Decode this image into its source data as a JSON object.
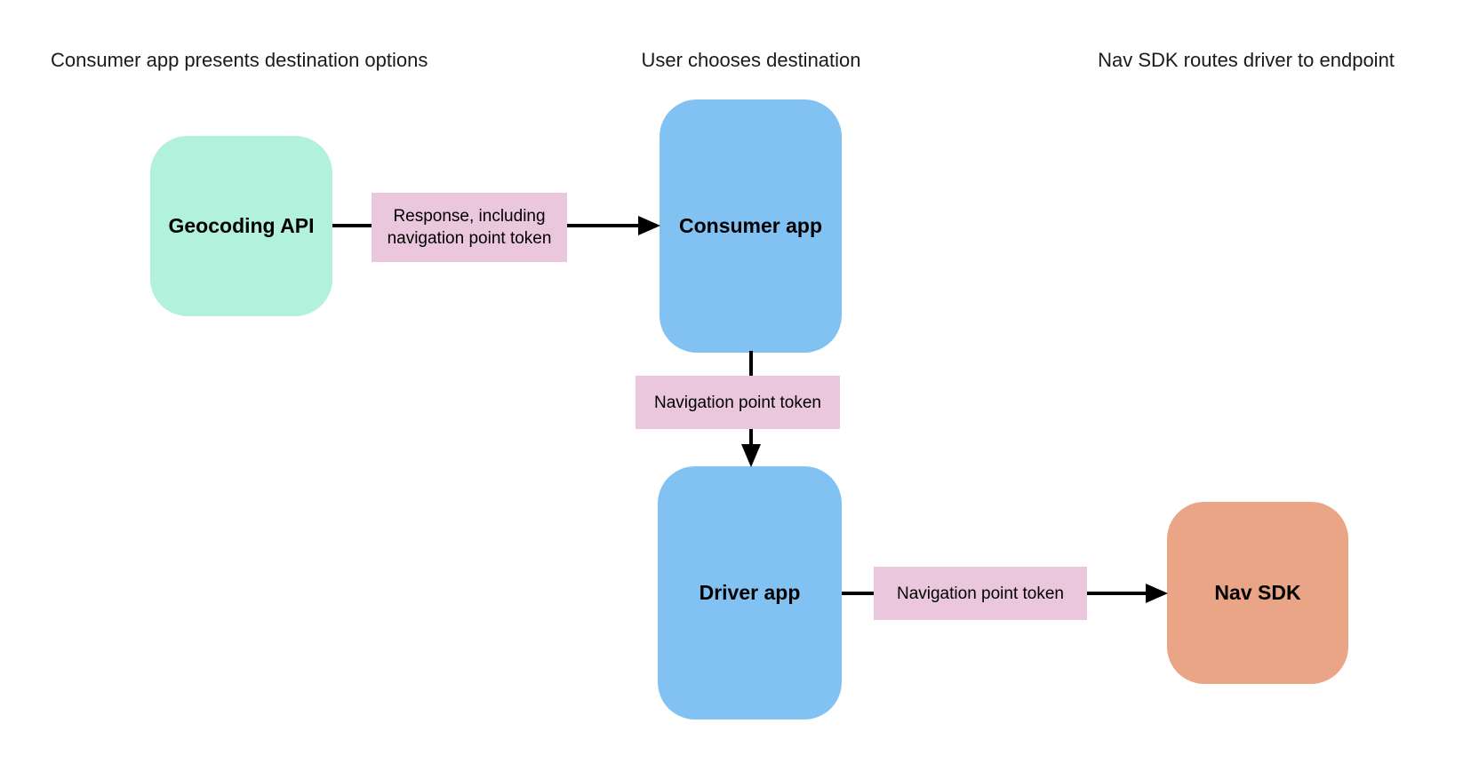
{
  "diagram": {
    "lane_headers": [
      {
        "label": "Consumer app presents destination options"
      },
      {
        "label": "User chooses destination"
      },
      {
        "label": "Nav SDK routes driver to endpoint"
      }
    ],
    "nodes": [
      {
        "id": "geocoding-api",
        "label": "Geocoding API",
        "color": "#B2F1DB"
      },
      {
        "id": "consumer-app",
        "label": "Consumer app",
        "color": "#82C2F2"
      },
      {
        "id": "driver-app",
        "label": "Driver app",
        "color": "#82C2F2"
      },
      {
        "id": "nav-sdk",
        "label": "Nav SDK",
        "color": "#E9A586"
      }
    ],
    "edges": [
      {
        "from": "geocoding-api",
        "to": "consumer-app",
        "label": "Response, including navigation point token"
      },
      {
        "from": "consumer-app",
        "to": "driver-app",
        "label": "Navigation point token"
      },
      {
        "from": "driver-app",
        "to": "nav-sdk",
        "label": "Navigation point token"
      }
    ],
    "colors": {
      "edge_label_bg": "#EAC7DC",
      "arrow": "#000000",
      "background": "#FFFFFF",
      "text": "#000000"
    }
  }
}
